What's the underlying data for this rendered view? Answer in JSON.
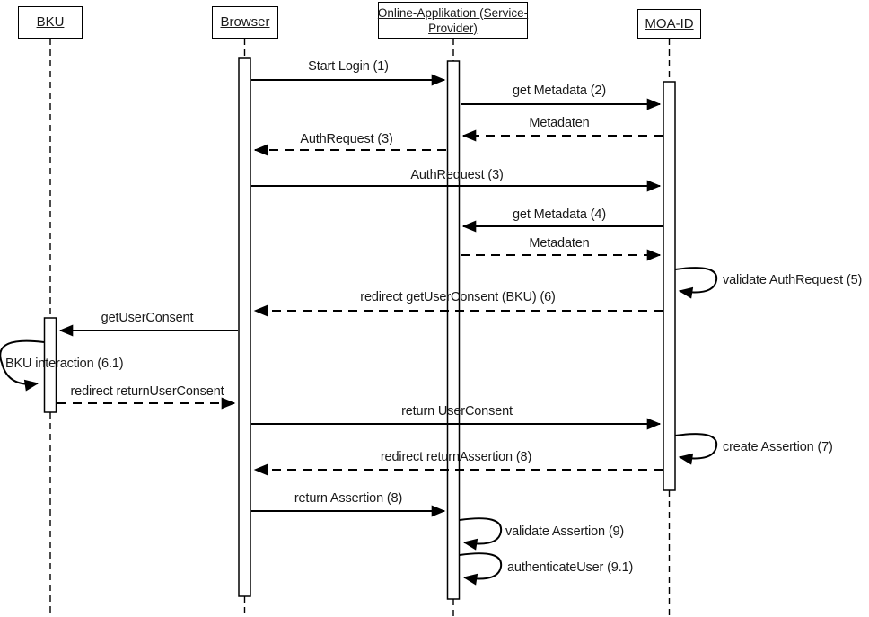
{
  "diagram": {
    "type": "uml-sequence-diagram",
    "background": "#ffffff",
    "line_color": "#000000",
    "text_color": "#1a1a1a",
    "activation_fill": "#ffffff",
    "actors": [
      {
        "name": "BKU",
        "display_lines": [
          "BKU"
        ]
      },
      {
        "name": "Browser",
        "display_lines": [
          "Browser"
        ]
      },
      {
        "name": "Online-Applikation (Service-Provider)",
        "display_lines": [
          "Online-Applikation (Service-",
          "Provider)"
        ]
      },
      {
        "name": "MOA-ID",
        "display_lines": [
          "MOA-ID"
        ]
      }
    ],
    "messages": [
      {
        "label": "Start Login (1)",
        "from": "Browser",
        "to": "Online-Applikation (Service-Provider)",
        "style": "solid"
      },
      {
        "label": "get Metadata (2)",
        "from": "Online-Applikation (Service-Provider)",
        "to": "MOA-ID",
        "style": "solid"
      },
      {
        "label": "Metadaten",
        "from": "MOA-ID",
        "to": "Online-Applikation (Service-Provider)",
        "style": "dashed"
      },
      {
        "label": "AuthRequest (3)",
        "from": "Online-Applikation (Service-Provider)",
        "to": "Browser",
        "style": "dashed"
      },
      {
        "label": "AuthRequest (3)",
        "from": "Browser",
        "to": "MOA-ID",
        "style": "solid"
      },
      {
        "label": "get Metadata (4)",
        "from": "MOA-ID",
        "to": "Online-Applikation (Service-Provider)",
        "style": "solid"
      },
      {
        "label": "Metadaten",
        "from": "Online-Applikation (Service-Provider)",
        "to": "MOA-ID",
        "style": "dashed"
      },
      {
        "label": "redirect getUserConsent (BKU) (6)",
        "from": "MOA-ID",
        "to": "Browser",
        "style": "dashed"
      },
      {
        "label": "getUserConsent",
        "from": "Browser",
        "to": "BKU",
        "style": "solid"
      },
      {
        "label": "redirect returnUserConsent",
        "from": "BKU",
        "to": "Browser",
        "style": "dashed"
      },
      {
        "label": "return UserConsent",
        "from": "Browser",
        "to": "MOA-ID",
        "style": "solid"
      },
      {
        "label": "redirect returnAssertion (8)",
        "from": "MOA-ID",
        "to": "Browser",
        "style": "dashed"
      },
      {
        "label": "return Assertion (8)",
        "from": "Browser",
        "to": "Online-Applikation (Service-Provider)",
        "style": "solid"
      }
    ],
    "self_messages": [
      {
        "label": "validate AuthRequest (5)",
        "actor": "MOA-ID",
        "side": "right"
      },
      {
        "label": "BKU interaction (6.1)",
        "actor": "BKU",
        "side": "left"
      },
      {
        "label": "create Assertion (7)",
        "actor": "MOA-ID",
        "side": "right"
      },
      {
        "label": "validate Assertion (9)",
        "actor": "Online-Applikation (Service-Provider)",
        "side": "right"
      },
      {
        "label": "authenticateUser (9.1)",
        "actor": "Online-Applikation (Service-Provider)",
        "side": "right"
      }
    ]
  }
}
